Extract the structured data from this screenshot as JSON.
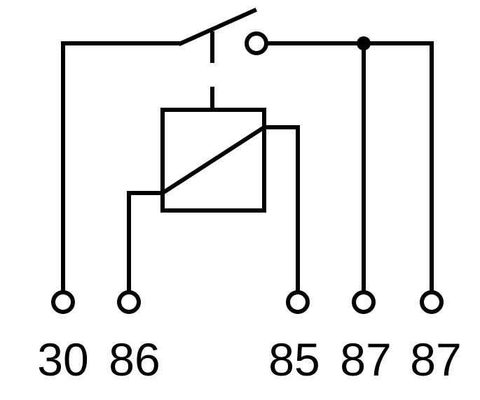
{
  "diagram": {
    "terminals": [
      {
        "id": "t30",
        "label": "30"
      },
      {
        "id": "t86",
        "label": "86"
      },
      {
        "id": "t85",
        "label": "85"
      },
      {
        "id": "t87a",
        "label": "87"
      },
      {
        "id": "t87b",
        "label": "87"
      }
    ],
    "colors": {
      "line": "#000000",
      "background": "#ffffff"
    }
  }
}
